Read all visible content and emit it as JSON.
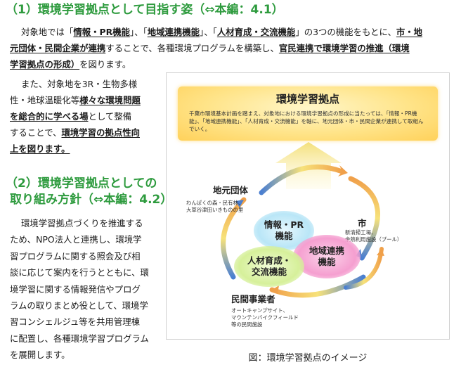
{
  "section1": {
    "heading": "（1）環境学習拠点として目指す姿（⇔本編：4.1）",
    "p1": {
      "l1a": "対象地では「",
      "l1b": "情報・PR機能",
      "l1c": "」、「",
      "l1d": "地域連携機能",
      "l1e": "」、「",
      "l1f": "人材育成・交流機能",
      "l1g": "」の3つの機能をもとに、",
      "l1h": "市・地",
      "l2a": "元団体・民間企業が連携",
      "l2b": "することで、各種環境プログラムを構築し、",
      "l2c": "官民連携で環境学習の推進（環境",
      "l3a": "学習拠点の形成）",
      "l3b": "を図ります。"
    },
    "p2": {
      "l1": "また、対象地を3R・生物多様",
      "l2a": "性・地球温暖化等",
      "l2b": "様々な環境問題",
      "l3a": "を総合的に学べる場",
      "l3b": "として整備",
      "l4a": "することで、",
      "l4b": "環境学習の拠点性向",
      "l5a": "上を図ります。"
    }
  },
  "section2": {
    "heading_l1": "（2）環境学習拠点としての",
    "heading_l2": "取り組み方針（⇔本編：4.2）",
    "lines": [
      "環境学習拠点づくりを推進する",
      "ため、NPO法人と連携し、環境学",
      "習プログラムに関する照会及び相",
      "談に応じて案内を行うとともに、環",
      "境学習に関する情報発信やプログ",
      "ラムの取りまとめ役として、環境学",
      "習コンシェルジュ等を共用管理棟",
      "に配置し、各種環境学習プログラム",
      "を展開します。"
    ]
  },
  "figure": {
    "hub_title": "環境学習拠点",
    "hub_desc": "千葉市環境基本計画を踏まえ、対象地における環境学習拠点の形成に当たっては、「情報・PR機能」、「地域連携機能」、「人材育成・交流機能」を軸に、地元団体・市・民間企業が連携して取組んでいく。",
    "local": {
      "title": "地元団体",
      "desc1": "わんぱくの森・民有林、",
      "desc2": "大草谷津田いきものの里"
    },
    "city": {
      "title": "市",
      "desc1": "新清掃工場、",
      "desc2": "余熱利用施設（プール）"
    },
    "private": {
      "title": "民間事業者",
      "desc1": "オートキャンプサイト、",
      "desc2": "マウンテンバイクフィールド",
      "desc3": "等の民間施設"
    },
    "blob_info": {
      "l1": "情報・PR",
      "l2": "機能",
      "color": "#b9e6f7"
    },
    "blob_region": {
      "l1": "地域連携",
      "l2": "機能",
      "color": "#f59fd0"
    },
    "blob_human": {
      "l1": "人材育成・",
      "l2": "交流機能",
      "color": "#d6f09a"
    },
    "caption": "図：環境学習拠点のイメージ"
  },
  "colors": {
    "heading": "#2e9b3e",
    "arrow_yellow": "#f2dc6b",
    "arrow_orange": "#f0a04a",
    "arrow_blue": "#4a7fd1"
  }
}
